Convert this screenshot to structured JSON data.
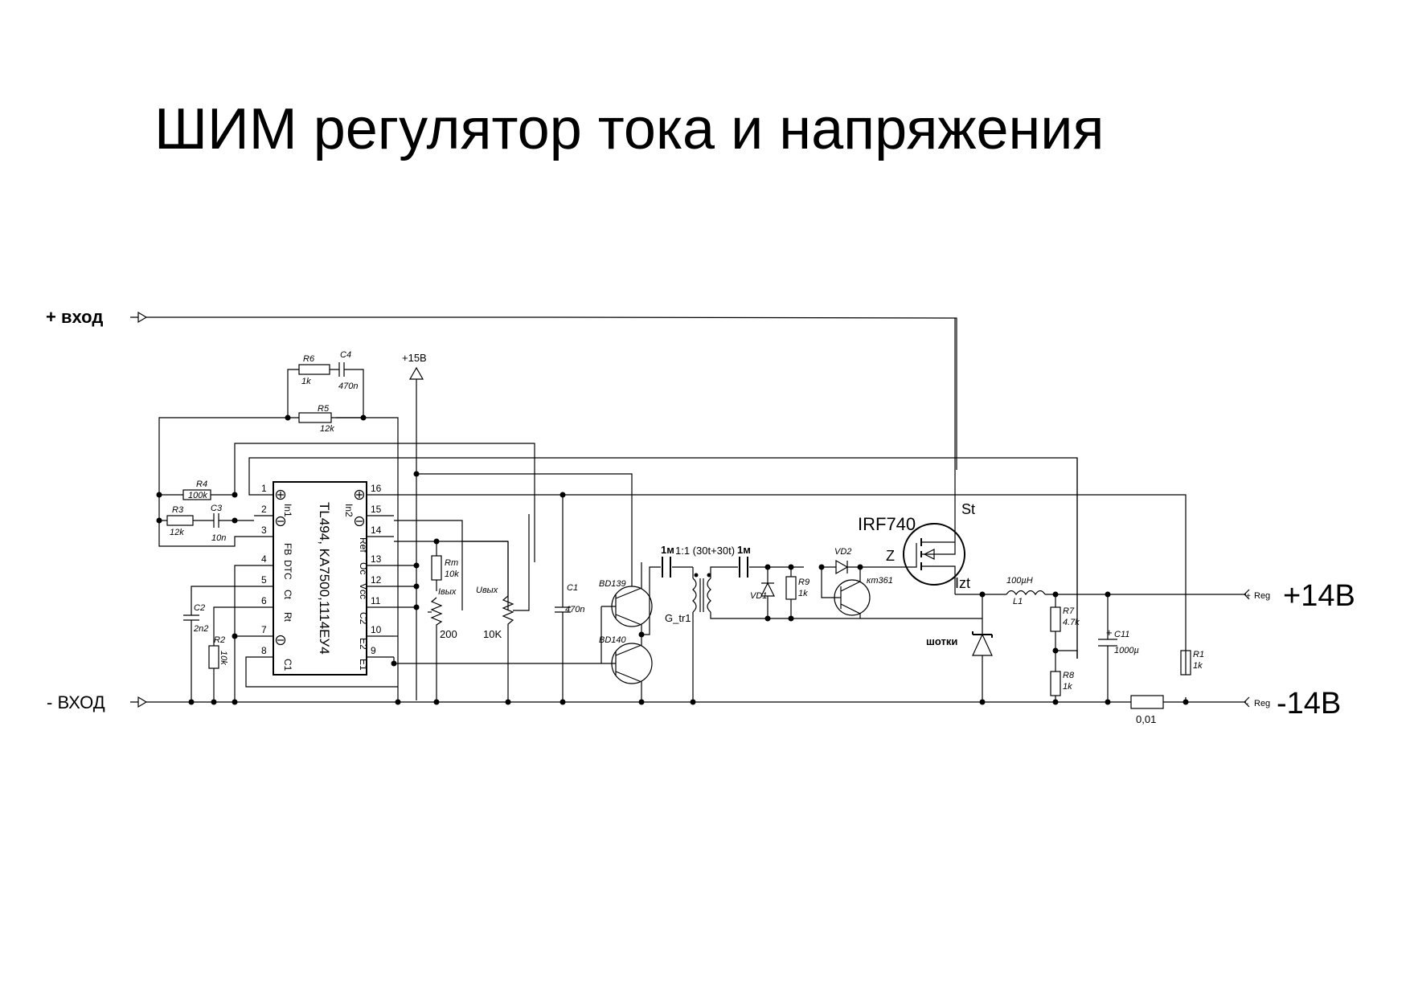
{
  "title": "ШИМ регулятор тока и напряжения",
  "terminals": {
    "plus_in": "+ вход",
    "minus_in": "- ВХОД",
    "supply": "+15В",
    "out_plus_tag": "Reg",
    "out_minus_tag": "Reg",
    "out_plus": "+14В",
    "out_minus": "-14В"
  },
  "ic": {
    "name": "TL494, KA7500,1114ЕУ4",
    "pins_left": [
      "1",
      "2",
      "3",
      "4",
      "5",
      "6",
      "7",
      "8"
    ],
    "pins_right": [
      "16",
      "15",
      "14",
      "13",
      "12",
      "11",
      "10",
      "9"
    ],
    "labels_left": [
      "In1",
      "FB",
      "DTC",
      "Ct",
      "Rt",
      "C1"
    ],
    "labels_right": [
      "In2",
      "Ref",
      "Oc",
      "Vcc",
      "C2",
      "E2",
      "E1"
    ]
  },
  "components": {
    "r6": {
      "ref": "R6",
      "value": "1k"
    },
    "c4": {
      "ref": "C4",
      "value": "470n"
    },
    "r5": {
      "ref": "R5",
      "value": "12k"
    },
    "r4": {
      "ref": "R4",
      "value": "100k"
    },
    "r3": {
      "ref": "R3",
      "value": "12k"
    },
    "c3": {
      "ref": "C3",
      "value": "10n"
    },
    "c2": {
      "ref": "C2",
      "value": "2n2"
    },
    "r2": {
      "ref": "R2",
      "value": "10k"
    },
    "rm": {
      "ref": "Rm",
      "value": "10k"
    },
    "pot_i": {
      "label": "Iвых",
      "value": "200"
    },
    "pot_u": {
      "label": "Uвых",
      "value": "10K"
    },
    "c1": {
      "ref": "C1",
      "value": "470n"
    },
    "q_top": "BD139",
    "q_bot": "BD140",
    "cap_a": "1м",
    "cap_b": "1м",
    "tr_ratio": "1:1 (30t+30t)",
    "tr_ref": "G_tr1",
    "vd1": "VD1",
    "r9": {
      "ref": "R9",
      "value": "1k"
    },
    "vd2": "VD2",
    "kt": "кт361",
    "mosfet": "IRF740",
    "st": "St",
    "z": "Z",
    "izt": "Izt",
    "schottky": "шотки",
    "l1": {
      "ref": "L1",
      "value": "100µH"
    },
    "r7": {
      "ref": "R7",
      "value": "4.7k"
    },
    "r8": {
      "ref": "R8",
      "value": "1k"
    },
    "c11": {
      "ref": "C11",
      "value": "1000µ"
    },
    "r1": {
      "ref": "R1",
      "value": "1k"
    },
    "shunt": "0,01"
  }
}
